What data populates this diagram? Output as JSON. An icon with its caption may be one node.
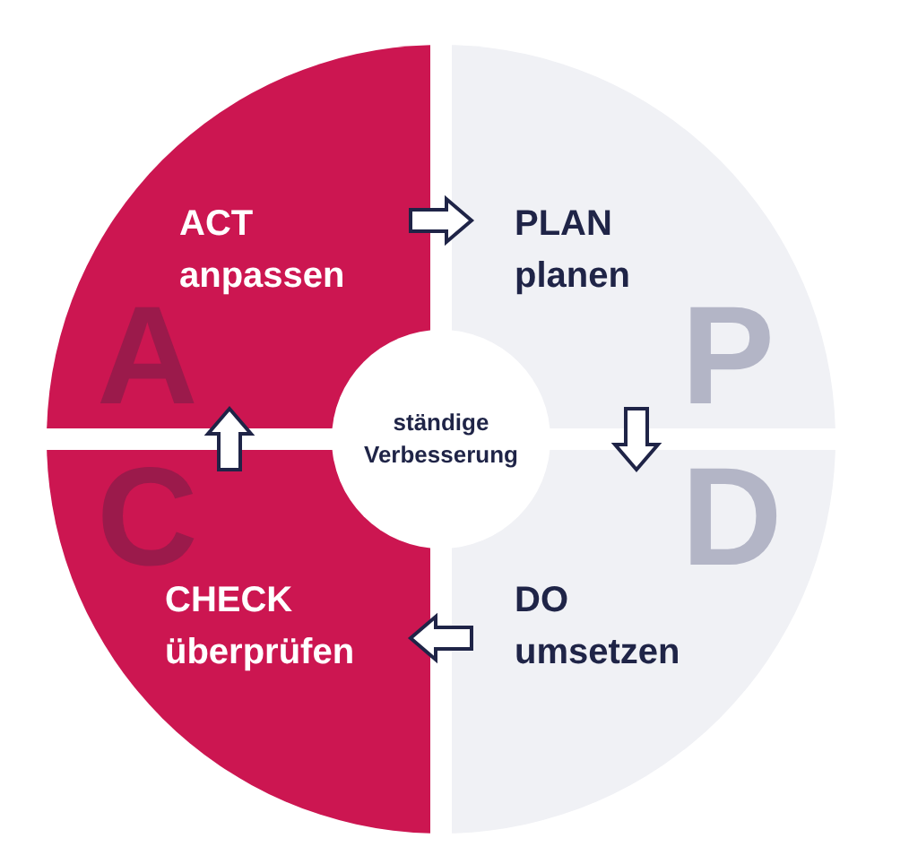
{
  "diagram": {
    "nodes": [
      {
        "text": [
          "ACT",
          "anpassen",
          "A"
        ]
      },
      {
        "text": [
          "PLAN",
          "planen",
          "P"
        ]
      },
      {
        "text": [
          "D",
          "DO",
          "umsetzen"
        ]
      },
      {
        "text": [
          "C",
          "CHECK",
          "überprüfen"
        ]
      },
      {
        "text": [
          "ständige Verbesserung"
        ]
      }
    ],
    "edges": [
      {
        "from": 0,
        "to": 1,
        "arrow": "to"
      },
      {
        "from": 1,
        "to": 2,
        "arrow": "to"
      },
      {
        "from": 2,
        "to": 3,
        "arrow": "to"
      },
      {
        "from": 3,
        "to": 0,
        "arrow": "to"
      }
    ]
  }
}
